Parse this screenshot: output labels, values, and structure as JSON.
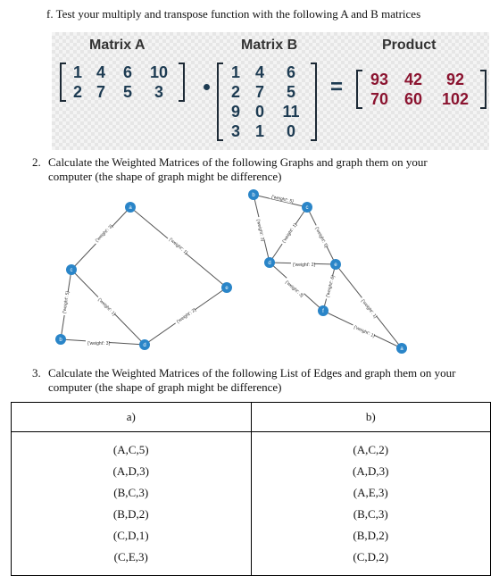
{
  "part_f": {
    "text": "f.  Test your multiply and transpose function with the following A and B matrices"
  },
  "matrices": {
    "label_a": "Matrix A",
    "label_b": "Matrix B",
    "label_product": "Product",
    "a": [
      [
        "1",
        "4",
        "6",
        "10"
      ],
      [
        "2",
        "7",
        "5",
        "3"
      ]
    ],
    "b": [
      [
        "1",
        "4",
        "6"
      ],
      [
        "2",
        "7",
        "5"
      ],
      [
        "9",
        "0",
        "11"
      ],
      [
        "3",
        "1",
        "0"
      ]
    ],
    "product": [
      [
        "93",
        "42",
        "92"
      ],
      [
        "70",
        "60",
        "102"
      ]
    ],
    "equals": "="
  },
  "question2": {
    "number": "2.",
    "line1": "Calculate the Weighted Matrices of the following Graphs and graph them on your",
    "line2": "computer (the shape of graph might be difference)"
  },
  "graph1": {
    "nodes": [
      "a",
      "c",
      "b",
      "d",
      "e"
    ],
    "edge_labels": [
      "{'weight': 3}",
      "{'weight': 1}",
      "{'weight': 1}",
      "{'weight': 2}",
      "{'weight': 5}",
      "{'weight': 3}"
    ]
  },
  "graph2": {
    "nodes": [
      "b",
      "c",
      "d",
      "e",
      "f",
      "a"
    ],
    "edge_labels": [
      "{'weight': 5}",
      "{'weight': 3}",
      "{'weight': 1}",
      "{'weight': 5}",
      "{'weight': 2}",
      "{'weight': 3}",
      "{'weight': 6}",
      "{'weight': 1}",
      "{'weight': 1}"
    ]
  },
  "question3": {
    "number": "3.",
    "line1": "Calculate the Weighted Matrices of the following List of Edges and graph them on your",
    "line2": "computer (the shape of graph might be difference)"
  },
  "edges_table": {
    "col_a_header": "a)",
    "col_b_header": "b)",
    "col_a": [
      "(A,C,5)",
      "(A,D,3)",
      "(B,C,3)",
      "(B,D,2)",
      "(C,D,1)",
      "(C,E,3)"
    ],
    "col_b": [
      "(A,C,2)",
      "(A,D,3)",
      "(A,E,3)",
      "(B,C,3)",
      "(B,D,2)",
      "(C,D,2)"
    ]
  }
}
